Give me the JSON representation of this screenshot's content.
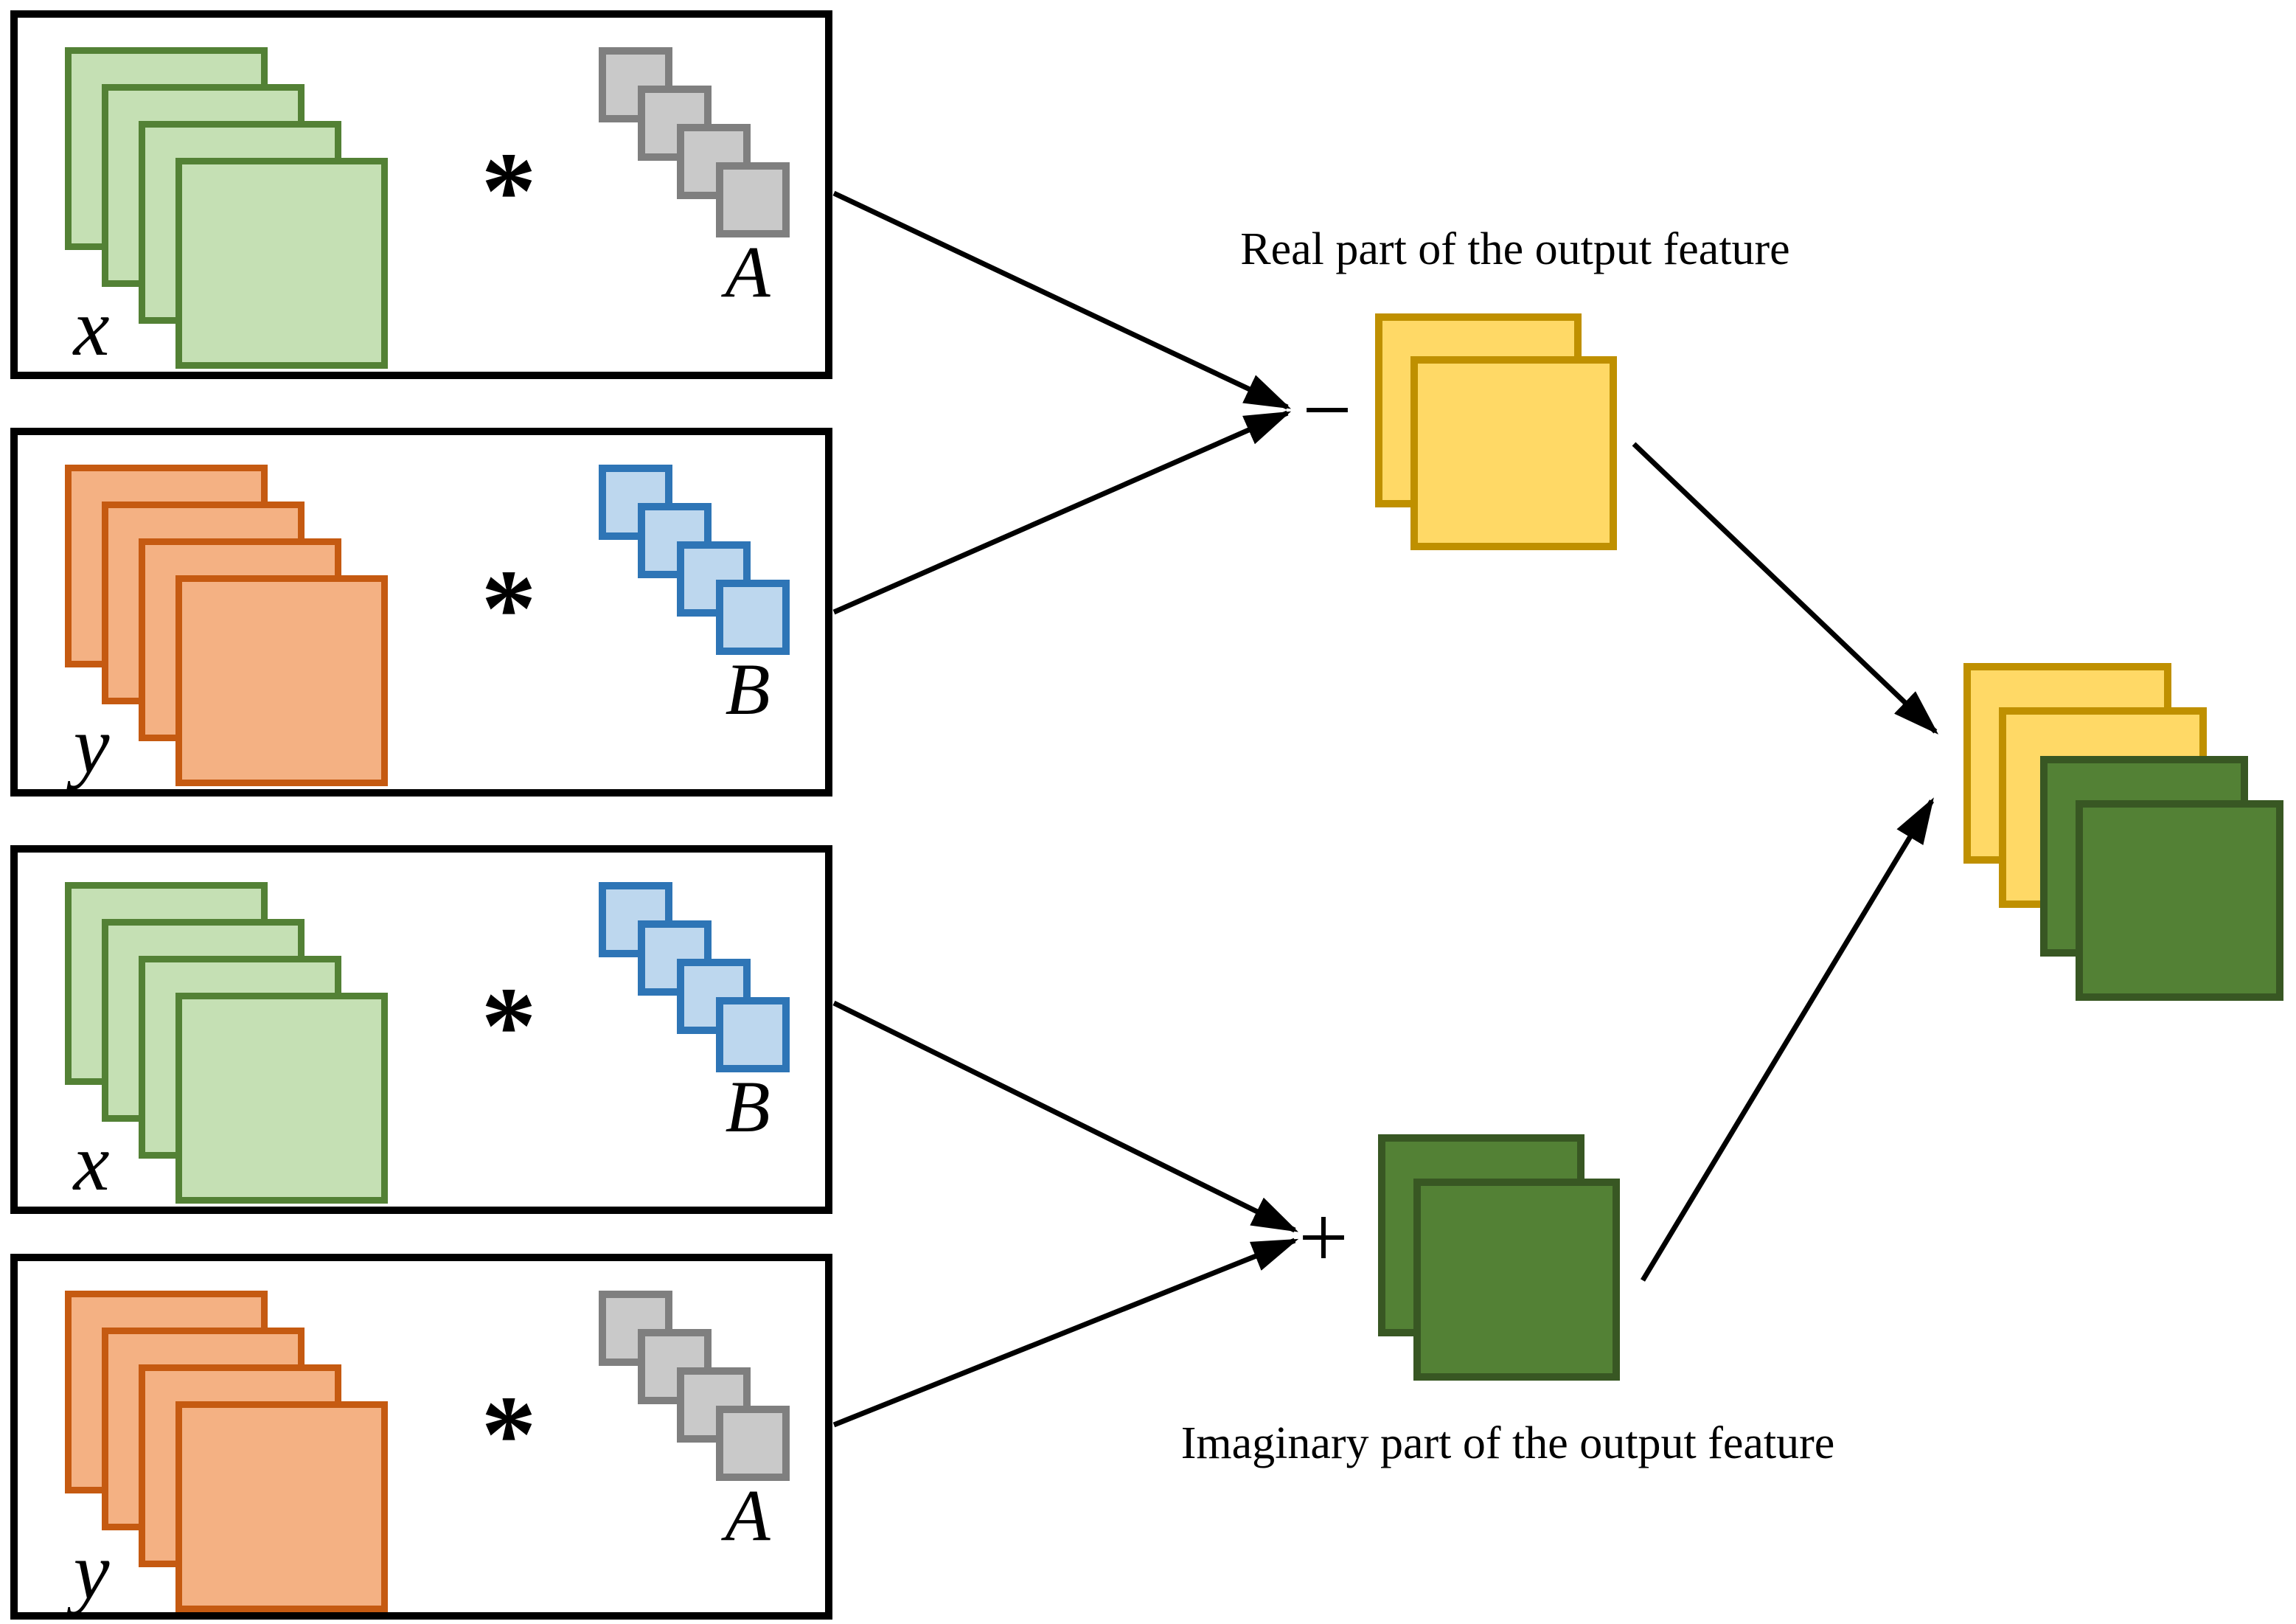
{
  "figure": {
    "terms": [
      {
        "input_label": "x",
        "operator": "*",
        "kernel_label": "A",
        "input_fill": "#C5E0B4",
        "input_stroke": "#538135",
        "kernel_fill": "#C9C9C9",
        "kernel_stroke": "#7F7F7F"
      },
      {
        "input_label": "y",
        "operator": "*",
        "kernel_label": "B",
        "input_fill": "#F4B183",
        "input_stroke": "#C55A11",
        "kernel_fill": "#BDD7EE",
        "kernel_stroke": "#2E75B6"
      },
      {
        "input_label": "x",
        "operator": "*",
        "kernel_label": "B",
        "input_fill": "#C5E0B4",
        "input_stroke": "#538135",
        "kernel_fill": "#BDD7EE",
        "kernel_stroke": "#2E75B6"
      },
      {
        "input_label": "y",
        "operator": "*",
        "kernel_label": "A",
        "input_fill": "#F4B183",
        "input_stroke": "#C55A11",
        "kernel_fill": "#C9C9C9",
        "kernel_stroke": "#7F7F7F"
      }
    ],
    "real_branch": {
      "caption": "Real part of the output feature",
      "sign": "−",
      "fill": "#FFD966",
      "stroke": "#BF9000"
    },
    "imaginary_branch": {
      "caption": "Imaginary part of the output feature",
      "sign": "+",
      "fill": "#538135",
      "stroke": "#385723"
    },
    "output_stack": {
      "fills": [
        "#FFD966",
        "#FFD966",
        "#538135",
        "#538135"
      ],
      "strokes": [
        "#BF9000",
        "#BF9000",
        "#385723",
        "#385723"
      ]
    },
    "box_border_color": "#000000",
    "arrow_color": "#000000"
  }
}
